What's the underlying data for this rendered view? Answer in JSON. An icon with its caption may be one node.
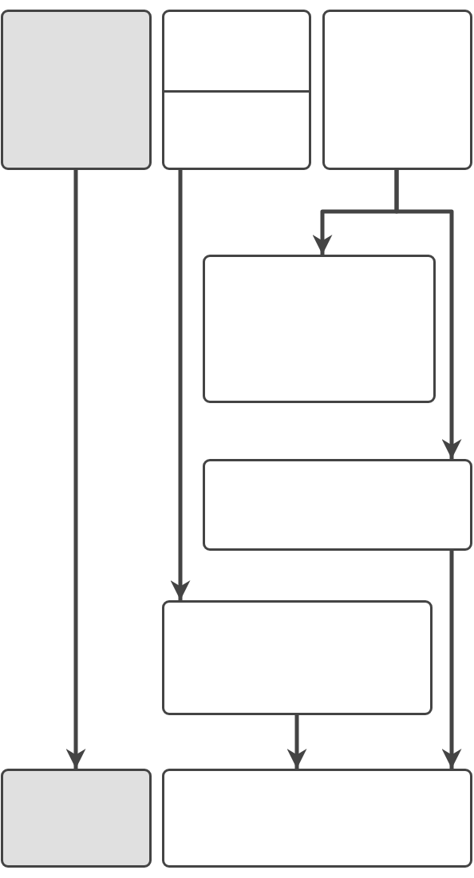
{
  "diagram": {
    "nodes": [
      {
        "text": [],
        "shape": "box"
      },
      {
        "text": [],
        "shape": "box"
      },
      {
        "text": [],
        "shape": "box"
      },
      {
        "text": [],
        "shape": "box"
      },
      {
        "text": [],
        "shape": "box"
      },
      {
        "text": [],
        "shape": "box"
      },
      {
        "text": [],
        "shape": "box"
      },
      {
        "text": [],
        "shape": "box"
      }
    ],
    "edges": [
      {
        "from": 0,
        "to": 6,
        "arrow": "to"
      },
      {
        "from": 1,
        "to": 5,
        "arrow": "to"
      },
      {
        "from": 2,
        "to": 3,
        "arrow": "to"
      },
      {
        "from": 2,
        "to": 4,
        "arrow": "to"
      },
      {
        "from": 4,
        "to": 7,
        "arrow": "to"
      },
      {
        "from": 5,
        "to": 7,
        "arrow": "to"
      }
    ]
  }
}
